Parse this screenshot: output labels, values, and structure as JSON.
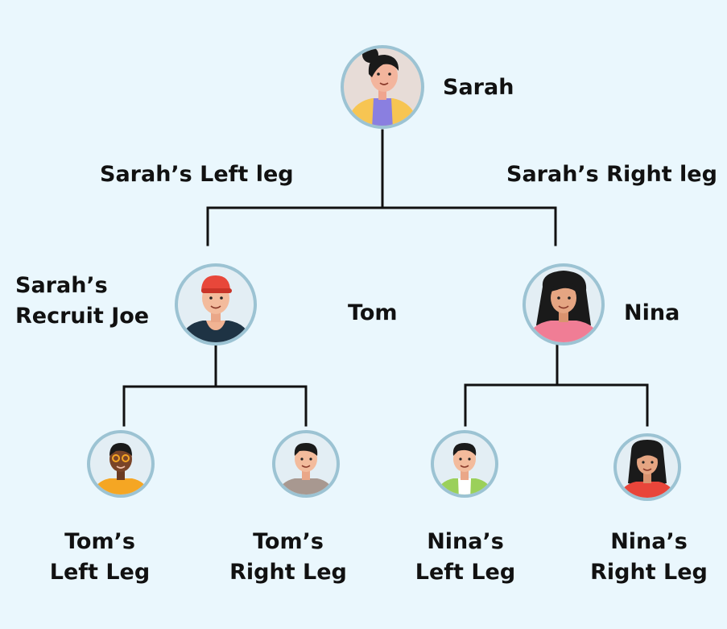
{
  "colors": {
    "background": "#eaf7fd",
    "connector": "#111111",
    "avatar_ring": "#9cc3d3",
    "avatar_fill": "#e3eef4"
  },
  "nodes": {
    "sarah": {
      "label": "Sarah",
      "avatar": "woman-bun-avatar-icon"
    },
    "joe": {
      "label_line1": "Sarah’s",
      "label_line2": "Recruit Joe",
      "avatar": "man-red-cap-avatar-icon"
    },
    "tom": {
      "label": "Tom"
    },
    "nina": {
      "label": "Nina",
      "avatar": "woman-long-hair-avatar-icon"
    },
    "tom_left": {
      "label_line1": "Tom’s",
      "label_line2": "Left Leg",
      "avatar": "man-glasses-avatar-icon"
    },
    "tom_right": {
      "label_line1": "Tom’s",
      "label_line2": "Right Leg",
      "avatar": "man-grey-shirt-avatar-icon"
    },
    "nina_left": {
      "label_line1": "Nina’s",
      "label_line2": "Left Leg",
      "avatar": "man-green-jacket-avatar-icon"
    },
    "nina_right": {
      "label_line1": "Nina’s",
      "label_line2": "Right Leg",
      "avatar": "woman-red-top-avatar-icon"
    }
  },
  "legs": {
    "left": "Sarah’s Left leg",
    "right": "Sarah’s Right leg"
  }
}
